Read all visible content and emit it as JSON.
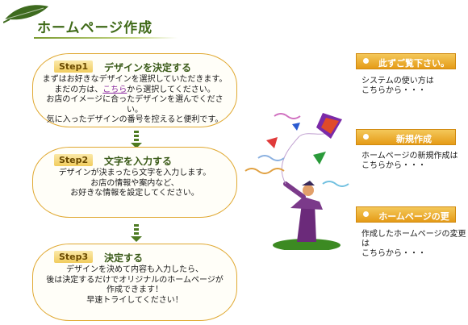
{
  "header": {
    "title": "ホームページ作成"
  },
  "steps": [
    {
      "badge": "Step1",
      "heading": "デザインを決定する",
      "line1": "まずはお好きなデザインを選択していただきます。",
      "line2_pre": "まだの方は、",
      "line2_link": "こちら",
      "line2_post": "から選択してください。",
      "line3": "お店のイメージに合ったデザインを選んでください。",
      "line4": "気に入ったデザインの番号を控えると便利です。"
    },
    {
      "badge": "Step2",
      "heading": "文字を入力する",
      "line1": "デザインが決まったら文字を入力します。",
      "line2": "お店の情報や案内など、",
      "line3": "お好きな情報を設定してください。"
    },
    {
      "badge": "Step3",
      "heading": "決定する",
      "line1": "デザインを決めて内容も入力したら、",
      "line2": "後は決定するだけでオリジナルのホームページが",
      "line3": "作成できます！",
      "line4": "早速トライしてください！"
    }
  ],
  "sidebar": [
    {
      "button": "此ずご覧下さい。",
      "desc1": "システムの使い方は",
      "desc2": "こちらから・・・"
    },
    {
      "button": "新規作成",
      "desc1": "ホームページの新規作成は",
      "desc2": "こちらから・・・"
    },
    {
      "button": "ホームページの更新",
      "desc1": "作成したホームページの変更は",
      "desc2": "こちらから・・・"
    }
  ],
  "colors": {
    "title_green": "#3f6a18",
    "step_border": "#e0a830",
    "button_orange": "#e59b17",
    "arrow_green": "#4d7a22",
    "link_purple": "#8a2aa0"
  },
  "icons": [
    "leaf-logo-icon",
    "down-arrow-icon",
    "button-dot-icon",
    "kite-figure-illustration"
  ]
}
